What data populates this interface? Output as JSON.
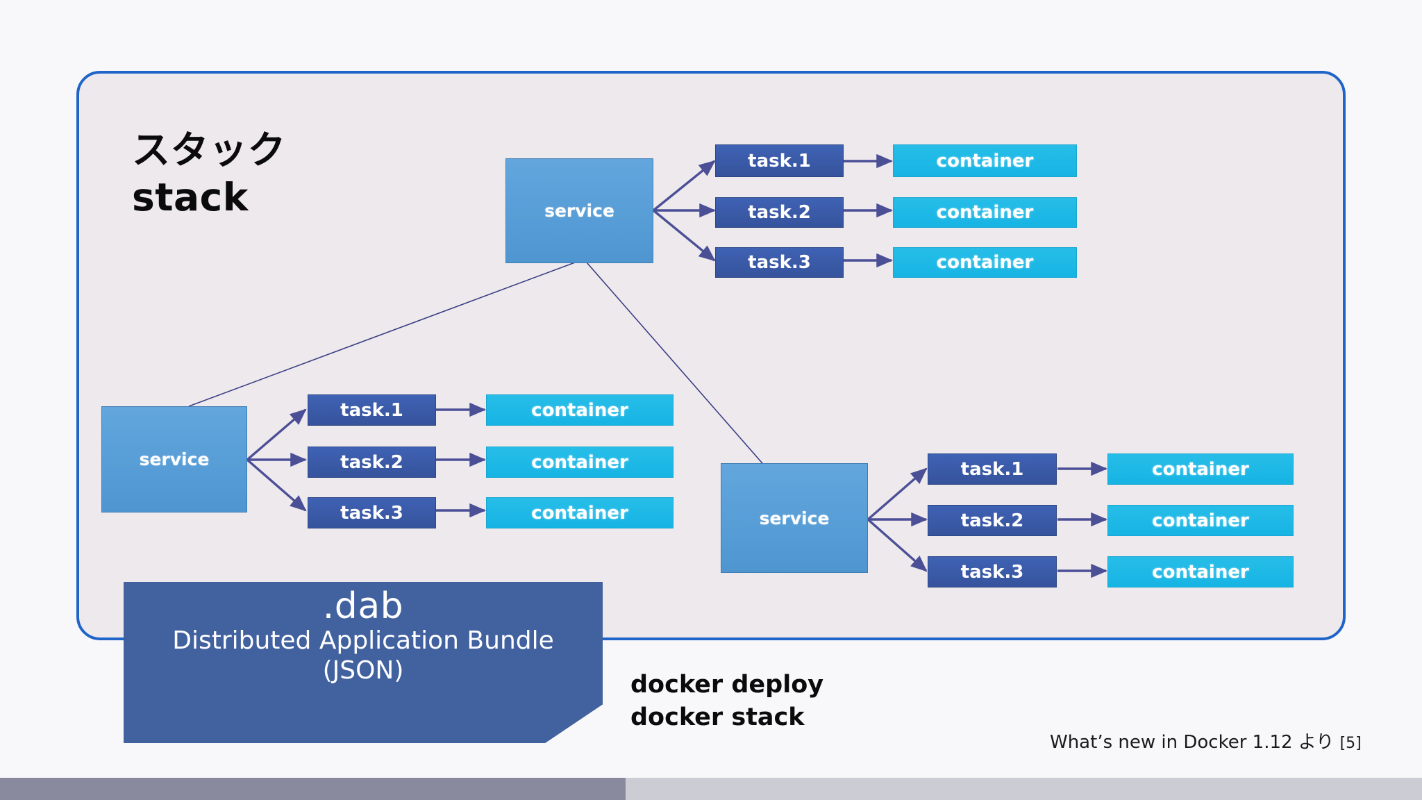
{
  "slide": {
    "background_color": "#f8f8fa",
    "stack_panel": {
      "fill_color": "#eee9ed",
      "border_color": "#1f64c8"
    },
    "title": {
      "japanese": "スタック",
      "english": "stack"
    },
    "colors": {
      "service": "#5b9bd5",
      "task": "#3a5ba9",
      "container": "#1eb8e6",
      "dab_note": "#41619f",
      "panel_border": "#1f64c8"
    },
    "groups": [
      {
        "name": "service-group-top",
        "service_label": "service",
        "rows": [
          {
            "task_label": "task.1",
            "container_label": "container"
          },
          {
            "task_label": "task.2",
            "container_label": "container"
          },
          {
            "task_label": "task.3",
            "container_label": "container"
          }
        ]
      },
      {
        "name": "service-group-left",
        "service_label": "service",
        "rows": [
          {
            "task_label": "task.1",
            "container_label": "container"
          },
          {
            "task_label": "task.2",
            "container_label": "container"
          },
          {
            "task_label": "task.3",
            "container_label": "container"
          }
        ]
      },
      {
        "name": "service-group-bottom-right",
        "service_label": "service",
        "rows": [
          {
            "task_label": "task.1",
            "container_label": "container"
          },
          {
            "task_label": "task.2",
            "container_label": "container"
          },
          {
            "task_label": "task.3",
            "container_label": "container"
          }
        ]
      }
    ],
    "dab_note": {
      "extension": ".dab",
      "full_name": "Distributed Application Bundle",
      "format": "(JSON)"
    },
    "commands": [
      "docker deploy",
      "docker stack"
    ],
    "citation": {
      "text": "What’s new in Docker 1.12 より",
      "reference": "[5]"
    },
    "progress": {
      "percent": "44%"
    }
  }
}
